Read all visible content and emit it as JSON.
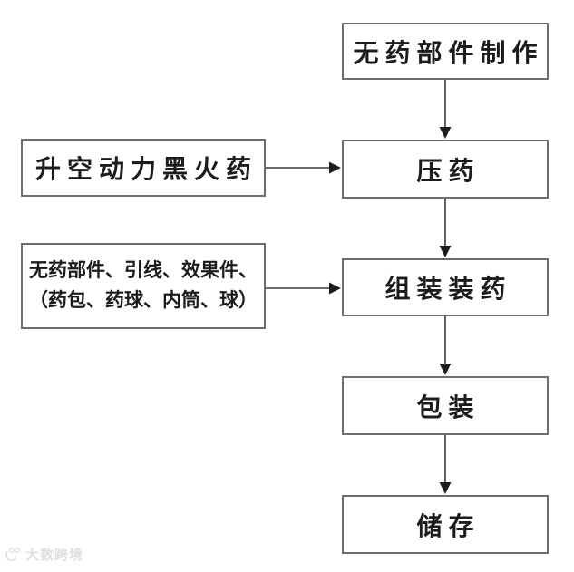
{
  "flowchart": {
    "nodes": [
      {
        "id": "no-drug-parts-production",
        "label": "无药部件制作"
      },
      {
        "id": "press-powder",
        "label": "压药"
      },
      {
        "id": "assemble-charge",
        "label": "组装装药"
      },
      {
        "id": "packaging",
        "label": "包装"
      },
      {
        "id": "storage",
        "label": "储存"
      },
      {
        "id": "lift-black-powder",
        "label": "升空动力黑火药"
      },
      {
        "id": "parts-fuse-effects",
        "lines": [
          "无药部件、引线、效果件、",
          "（药包、药球、内筒、球）"
        ]
      }
    ],
    "edges": [
      {
        "from": "无药部件制作",
        "to": "压药",
        "direction": "down"
      },
      {
        "from": "升空动力黑火药",
        "to": "压药",
        "direction": "right"
      },
      {
        "from": "压药",
        "to": "组装装药",
        "direction": "down"
      },
      {
        "from": "无药部件、引线、效果件、（药包、药球、内筒、球）",
        "to": "组装装药",
        "direction": "right"
      },
      {
        "from": "组装装药",
        "to": "包装",
        "direction": "down"
      },
      {
        "from": "包装",
        "to": "储存",
        "direction": "down"
      }
    ],
    "colors": {
      "box_border": "#6e6e6e",
      "box_fill": "#ffffff",
      "arrow_line": "#3a3a3a",
      "arrowhead": "#1c1c1c",
      "text": "#1c1c1c",
      "background": "#ffffff",
      "watermark": "#e2e0de"
    }
  },
  "watermark": {
    "text": "大数跨境",
    "icon": "paw-logo-icon"
  }
}
